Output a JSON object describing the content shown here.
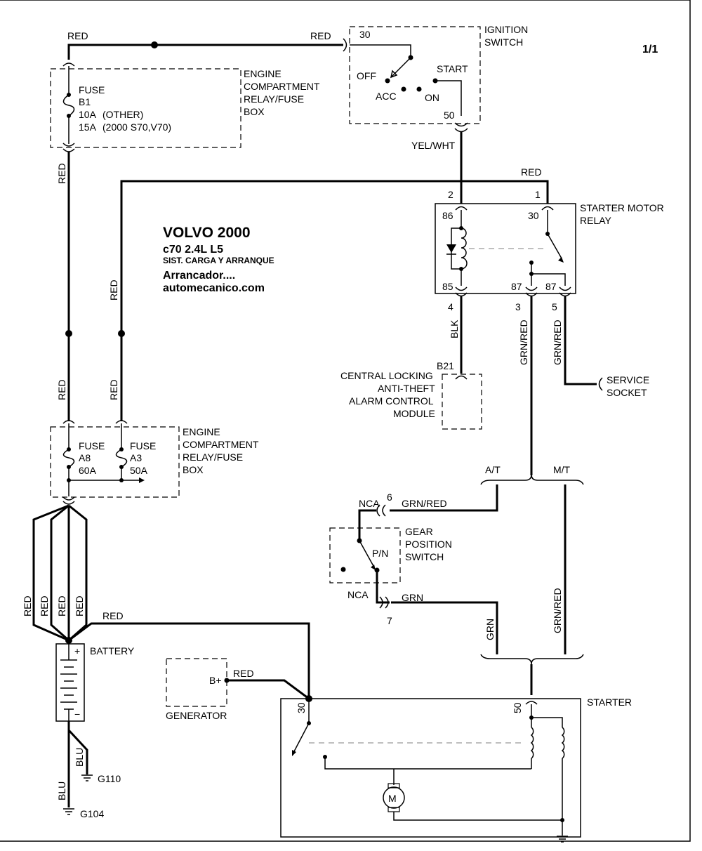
{
  "page_label": "1/1",
  "title": {
    "make_year": "VOLVO 2000",
    "model": "c70  2.4L  L5",
    "system": "SIST. CARGA Y ARRANQUE",
    "subject": "Arrancador....",
    "site": "automecanico.com"
  },
  "components": {
    "ignition_switch": {
      "name_1": "IGNITION",
      "name_2": "SWITCH",
      "pin_in": "30",
      "pin_out": "50",
      "pos_off": "OFF",
      "pos_acc": "ACC",
      "pos_on": "ON",
      "pos_start": "START"
    },
    "fuse_box_top": {
      "name_1": "ENGINE",
      "name_2": "COMPARTMENT",
      "name_3": "RELAY/FUSE",
      "name_4": "BOX",
      "fuse_label": "FUSE",
      "fuse_id": "B1",
      "rating_1": "10A",
      "note_1": "(OTHER)",
      "rating_2": "15A",
      "note_2": "(2000 S70,V70)"
    },
    "starter_relay": {
      "name_1": "STARTER MOTOR",
      "name_2": "RELAY",
      "pin_86": "86",
      "pin_85": "85",
      "pin_30": "30",
      "pin_87a": "87",
      "pin_87b": "87",
      "conn_2": "2",
      "conn_1": "1",
      "conn_4": "4",
      "conn_3": "3",
      "conn_5": "5"
    },
    "central_locking": {
      "connector": "B21",
      "name_1": "CENTRAL LOCKING",
      "name_2": "ANTI-THEFT",
      "name_3": "ALARM CONTROL",
      "name_4": "MODULE"
    },
    "service_socket": {
      "name_1": "SERVICE",
      "name_2": "SOCKET"
    },
    "fuse_box_bottom": {
      "name_1": "ENGINE",
      "name_2": "COMPARTMENT",
      "name_3": "RELAY/FUSE",
      "name_4": "BOX",
      "fuse_a8_label": "FUSE",
      "fuse_a8_id": "A8",
      "fuse_a8_rating": "60A",
      "fuse_a3_label": "FUSE",
      "fuse_a3_id": "A3",
      "fuse_a3_rating": "50A"
    },
    "transmission": {
      "at": "A/T",
      "mt": "M/T"
    },
    "gear_switch": {
      "name_1": "GEAR",
      "name_2": "POSITION",
      "name_3": "SWITCH",
      "pos": "P/N",
      "nca_top": "NCA",
      "nca_bottom": "NCA",
      "pin_top": "6",
      "pin_bottom": "7"
    },
    "battery": {
      "name": "BATTERY",
      "plus": "+",
      "minus": "−"
    },
    "generator": {
      "name": "GENERATOR",
      "terminal": "B+"
    },
    "starter": {
      "name": "STARTER",
      "pin_30": "30",
      "pin_50": "50",
      "motor": "M"
    },
    "grounds": {
      "g110": "G110",
      "g104": "G104"
    }
  },
  "wires": {
    "red_top_left": "RED",
    "red_top_right": "RED",
    "red_v1": "RED",
    "red_relay": "RED",
    "red_v2": "RED",
    "red_v3": "RED",
    "red_v4": "RED",
    "yel_wht": "YEL/WHT",
    "blk": "BLK",
    "grn_red_3": "GRN/RED",
    "grn_red_5": "GRN/RED",
    "grn_red_gear": "GRN/RED",
    "grn_gear": "GRN",
    "grn_v": "GRN",
    "grn_red_mt": "GRN/RED",
    "bat_red_1": "RED",
    "bat_red_2": "RED",
    "bat_red_3": "RED",
    "bat_red_4": "RED",
    "bat_red_starter": "RED",
    "gen_red": "RED",
    "blu_1": "BLU",
    "blu_2": "BLU"
  }
}
